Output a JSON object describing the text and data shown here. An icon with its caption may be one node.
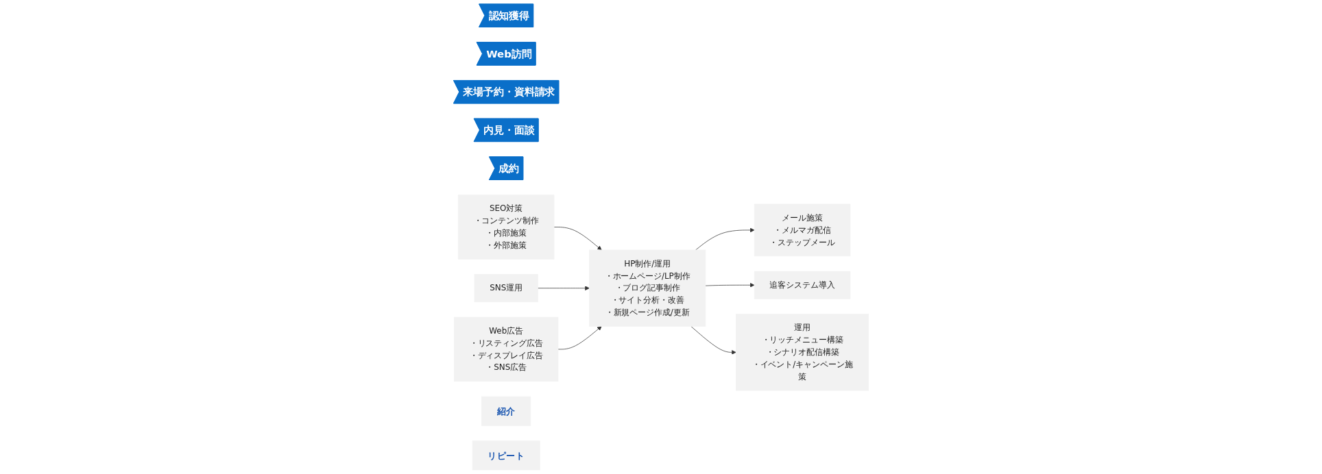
{
  "diagram": {
    "nodes": [
      {
        "text": [
          "認知獲得"
        ]
      },
      {
        "text": [
          "Web訪問"
        ]
      },
      {
        "text": [
          "来場予約・資料請求"
        ]
      },
      {
        "text": [
          "内見・面談"
        ]
      },
      {
        "text": [
          "成約"
        ]
      },
      {
        "text": [
          "SEO対策",
          "・コンテンツ制作",
          "・内部施策",
          "・外部施策"
        ]
      },
      {
        "text": [
          "SNS運用"
        ]
      },
      {
        "text": [
          "Web広告",
          "・リスティング広告",
          "・ディスプレイ広告",
          "・SNS広告"
        ]
      },
      {
        "text": [
          "HP制作/運用",
          "・ホームページ/LP制作",
          "・ブログ記事制作",
          "・サイト分析・改善",
          "・新規ページ作成/更新"
        ]
      },
      {
        "text": [
          "メール施策",
          "・メルマガ配信",
          "・ステップメール"
        ]
      },
      {
        "text": [
          "追客システム導入"
        ]
      },
      {
        "text": [
          "運用",
          "・リッチメニュー構築",
          "・シナリオ配信構築",
          "・イベント/キャンペーン施策"
        ]
      },
      {
        "text": [
          "紹介"
        ]
      },
      {
        "text": [
          "リピート"
        ]
      }
    ],
    "edges": [
      {
        "from": 5,
        "to": 8,
        "arrow": "to"
      },
      {
        "from": 6,
        "to": 8,
        "arrow": "to"
      },
      {
        "from": 7,
        "to": 8,
        "arrow": "to"
      },
      {
        "from": 8,
        "to": 9,
        "arrow": "to"
      },
      {
        "from": 8,
        "to": 10,
        "arrow": "to"
      },
      {
        "from": 8,
        "to": 11,
        "arrow": "to"
      }
    ]
  }
}
